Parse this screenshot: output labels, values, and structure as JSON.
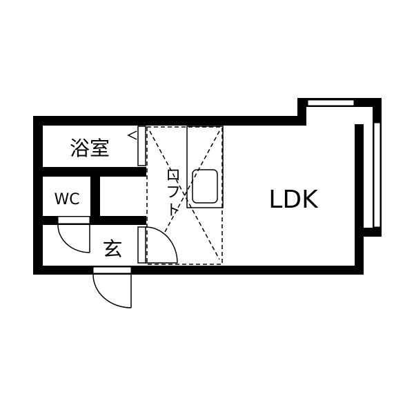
{
  "floor_plan": {
    "rooms": {
      "bathroom": "浴室",
      "toilet": "WC",
      "entrance": "玄",
      "ldk": "LDK",
      "loft": [
        "ロ",
        "フ",
        "ト"
      ]
    },
    "colors": {
      "wall": "#000000",
      "background": "#ffffff"
    }
  }
}
